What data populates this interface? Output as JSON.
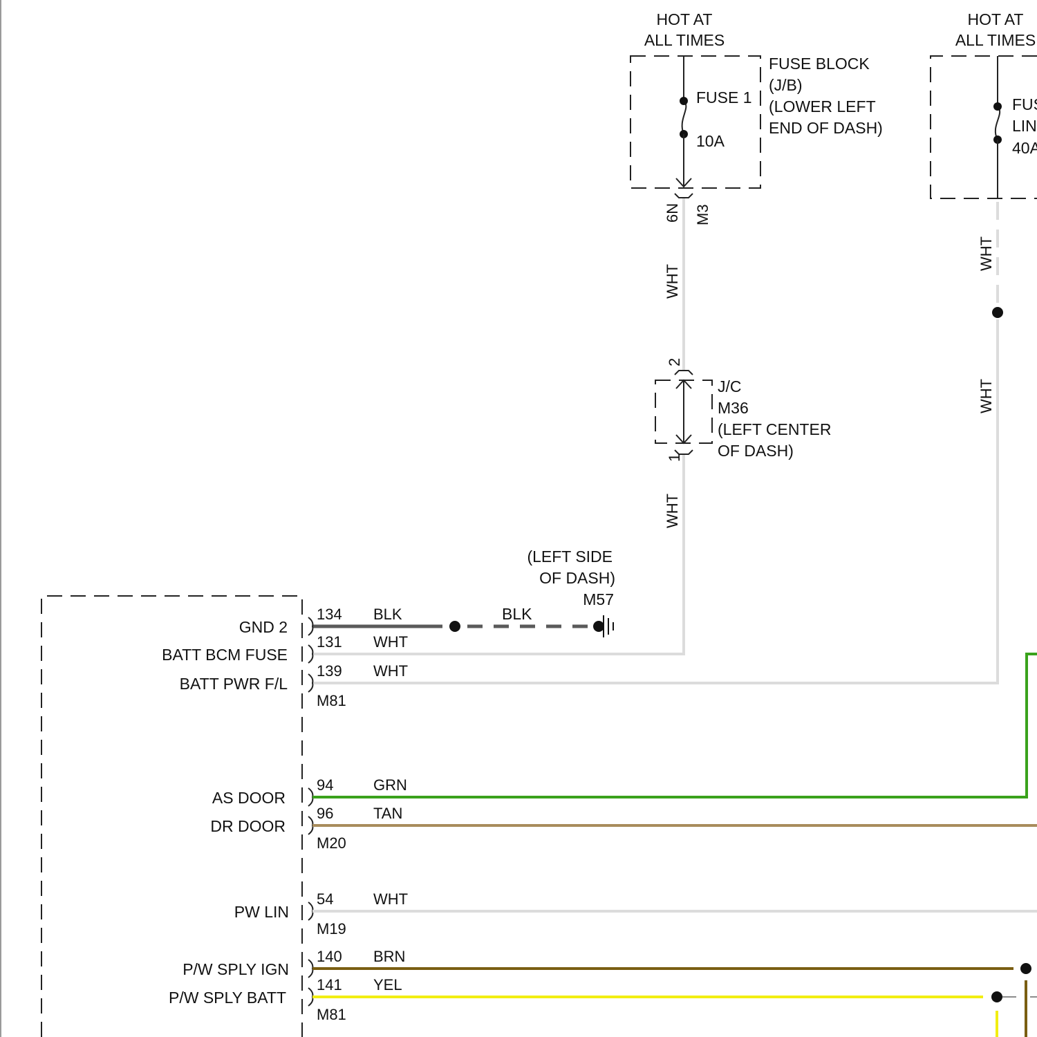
{
  "power_sources": [
    {
      "id": "fuse-block",
      "hot_label_line1": "HOT AT",
      "hot_label_line2": "ALL TIMES",
      "fuse_name": "FUSE 1",
      "fuse_rating": "10A",
      "location_lines": [
        "FUSE BLOCK",
        "(J/B)",
        "(LOWER LEFT",
        "END OF DASH)"
      ],
      "connector_pin": "6N",
      "connector_id": "M3"
    },
    {
      "id": "fusible-link",
      "hot_label_line1": "HOT AT",
      "hot_label_line2": "ALL TIMES",
      "fuse_name_line1": "FUS",
      "fuse_name_line2": "LIN",
      "fuse_rating": "40A"
    }
  ],
  "junction": {
    "pin_top": "2",
    "pin_bottom": "1",
    "label_lines": [
      "J/C",
      "M36",
      "(LEFT CENTER",
      "OF DASH)"
    ]
  },
  "ground": {
    "label_lines": [
      "(LEFT SIDE",
      "OF DASH)",
      "M57"
    ],
    "wire_color": "BLK"
  },
  "wire_labels": {
    "fuse1_upper": "WHT",
    "fuse1_lower": "WHT",
    "link_upper": "WHT",
    "link_lower": "WHT"
  },
  "module": {
    "pins": [
      {
        "name": "GND 2",
        "pin": "134",
        "color": "BLK",
        "hex": "#5a5a5a"
      },
      {
        "name": "BATT BCM FUSE",
        "pin": "131",
        "color": "WHT",
        "hex": "#dcdcdc"
      },
      {
        "name": "BATT PWR F/L",
        "pin": "139",
        "color": "WHT",
        "hex": "#dcdcdc"
      },
      {
        "name": "AS DOOR",
        "pin": "94",
        "color": "GRN",
        "hex": "#3aa21c"
      },
      {
        "name": "DR DOOR",
        "pin": "96",
        "color": "TAN",
        "hex": "#a88c5c"
      },
      {
        "name": "PW LIN",
        "pin": "54",
        "color": "WHT",
        "hex": "#dcdcdc"
      },
      {
        "name": "P/W SPLY IGN",
        "pin": "140",
        "color": "BRN",
        "hex": "#7a5e12"
      },
      {
        "name": "P/W SPLY BATT",
        "pin": "141",
        "color": "YEL",
        "hex": "#f2ee12"
      }
    ],
    "connectors": [
      "M81",
      "M20",
      "M19",
      "M81"
    ]
  }
}
